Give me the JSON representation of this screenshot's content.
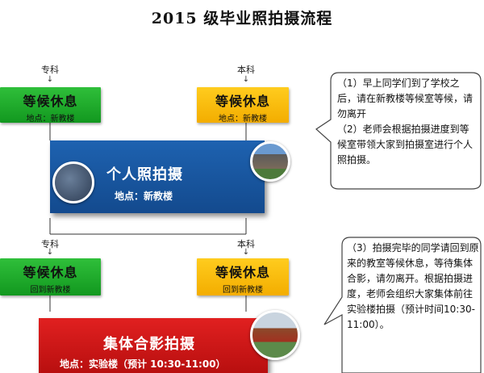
{
  "title": "2015 级毕业照拍摄流程",
  "stage1": {
    "label_left": "专科",
    "label_right": "本科",
    "arrow": "↓",
    "left_box": {
      "heading": "等候休息",
      "sub": "地点：新教楼"
    },
    "right_box": {
      "heading": "等候休息",
      "sub": "地点：新教楼"
    },
    "main": {
      "heading": "个人照拍摄",
      "sub": "地点：新教楼"
    },
    "note": "（1）早上同学们到了学校之后，请在新教楼等候室等候，请勿离开\n（2）老师会根据拍摄进度到等候室带领大家到拍摄室进行个人照拍摄。"
  },
  "stage2": {
    "label_left": "专科",
    "label_right": "本科",
    "arrow": "↓",
    "left_box": {
      "heading": "等候休息",
      "sub": "回到新教楼"
    },
    "right_box": {
      "heading": "等候休息",
      "sub": "回到新教楼"
    },
    "main": {
      "heading": "集体合影拍摄",
      "sub": "地点：实验楼（预计 10:30-11:00）"
    },
    "note": "（3）拍摄完毕的同学请回到原来的教室等候休息，等待集体合影，请勿离开。根据拍摄进度，老师会组织大家集体前往实验楼拍摄（预计时间10:30-11:00）。"
  }
}
